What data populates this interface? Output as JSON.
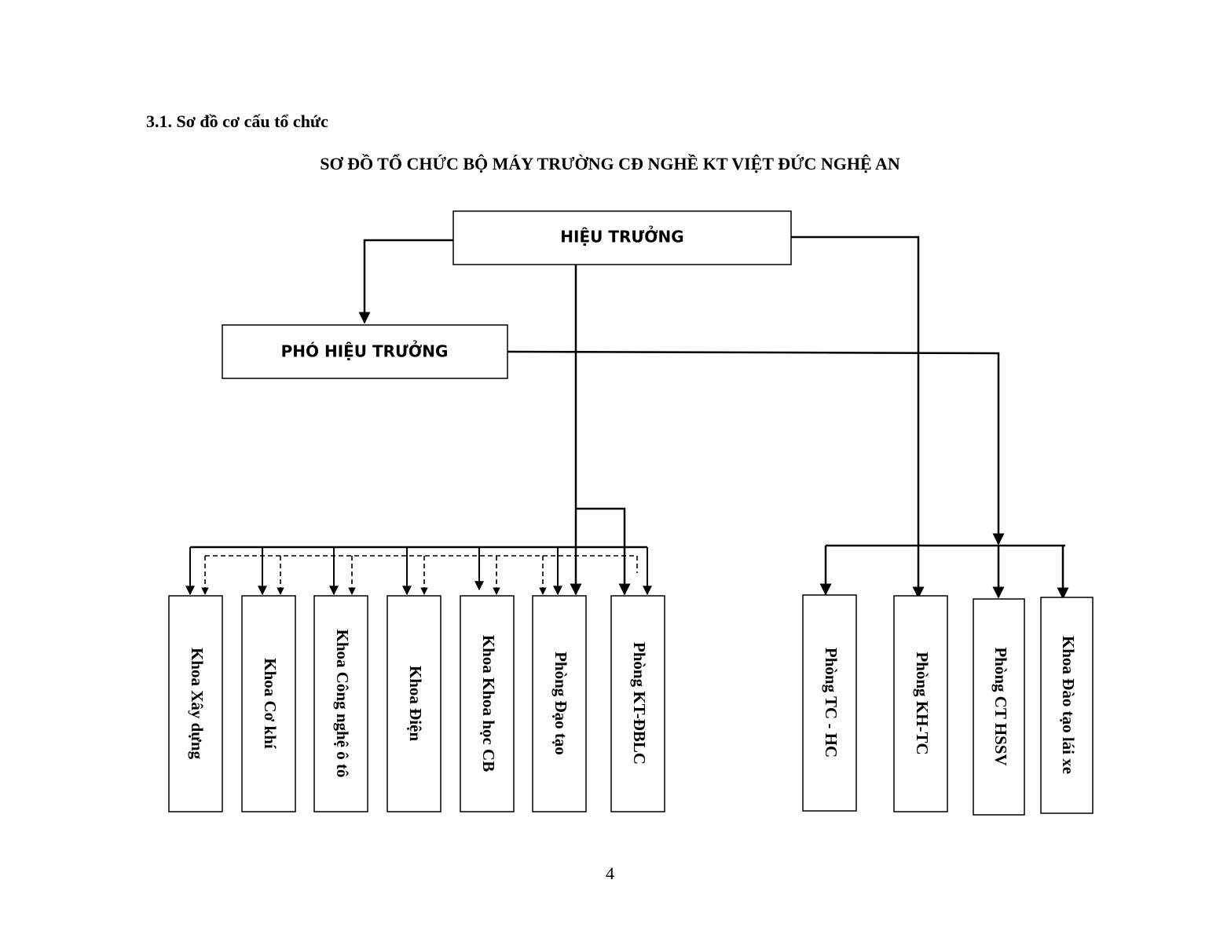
{
  "section_heading": "3.1. Sơ đồ cơ cấu tổ chức",
  "chart_title": "SƠ ĐỒ TỔ CHỨC BỘ MÁY TRƯỜNG CĐ NGHỀ KT VIỆT ĐỨC NGHỆ AN",
  "page_number": "4",
  "principal": {
    "label": "HIỆU TRƯỞNG"
  },
  "vice_principal": {
    "label": "PHÓ HIỆU TRƯỞNG"
  },
  "left_units": [
    {
      "id": "khoa-xay-dung",
      "label": "Khoa Xây dựng"
    },
    {
      "id": "khoa-co-khi",
      "label": "Khoa Cơ khí"
    },
    {
      "id": "khoa-cong-nghe-o-to",
      "label": "Khoa Công nghệ ô tô"
    },
    {
      "id": "khoa-dien",
      "label": "Khoa Điện"
    },
    {
      "id": "khoa-khoa-hoc-cb",
      "label": "Khoa Khoa học CB"
    },
    {
      "id": "phong-dao-tao",
      "label": "Phòng Đạo tạo"
    },
    {
      "id": "phong-kt-dblc",
      "label": "Phòng KT-ĐBLC"
    }
  ],
  "right_units": [
    {
      "id": "phong-tc-hc",
      "label": "Phòng TC - HC"
    },
    {
      "id": "phong-kh-tc",
      "label": "Phòng KH-TC"
    },
    {
      "id": "phong-ct-hssv",
      "label": "Phòng CT HSSV"
    },
    {
      "id": "khoa-dao-tao-lai-xe",
      "label": "Khoa Đào tạo lái xe"
    }
  ]
}
